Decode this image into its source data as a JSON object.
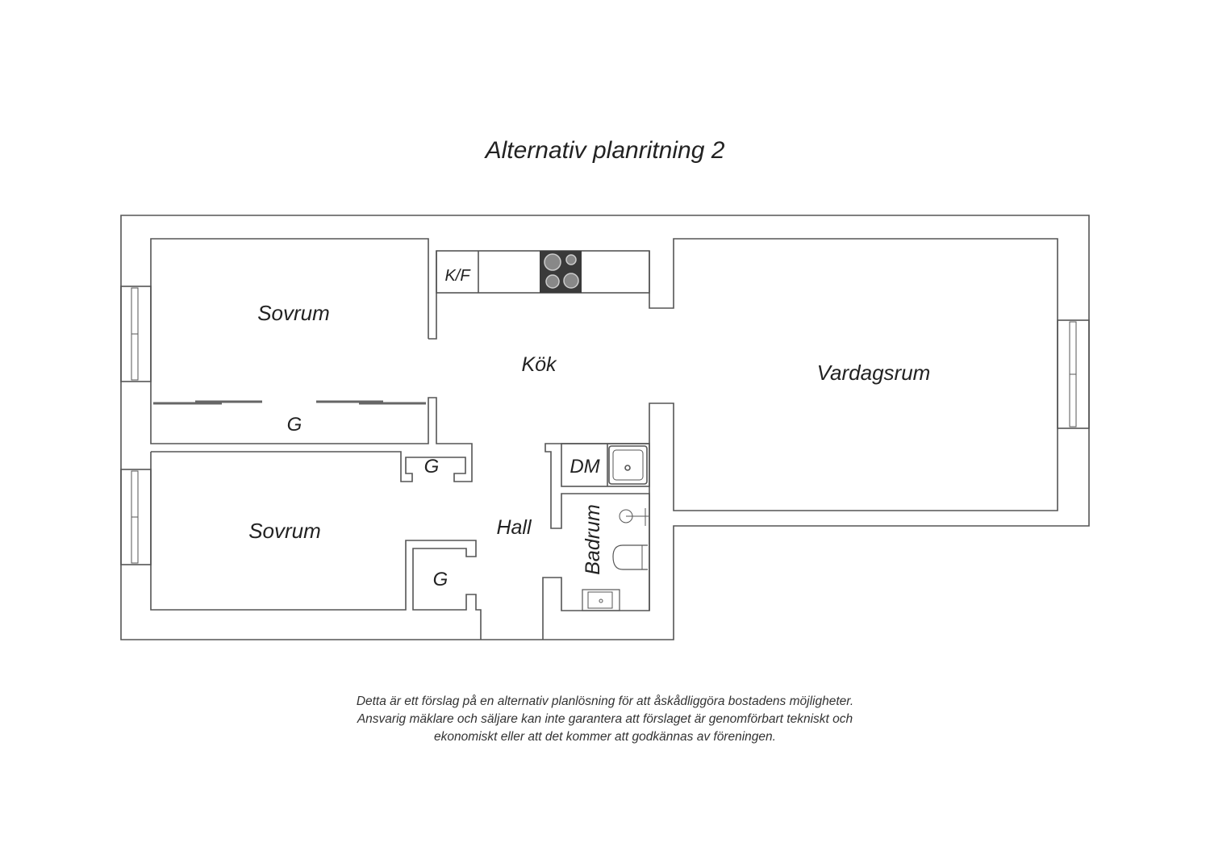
{
  "title": "Alternativ planritning 2",
  "rooms": {
    "bedroom_1": "Sovrum",
    "bedroom_2": "Sovrum",
    "kitchen": "Kök",
    "living_room": "Vardagsrum",
    "hall": "Hall",
    "bathroom": "Badrum",
    "closet_1": "G",
    "closet_2": "G",
    "closet_3": "G",
    "fridge_freezer": "K/F",
    "dishwasher": "DM"
  },
  "disclaimer": [
    "Detta är ett förslag på en alternativ planlösning för att åskådliggöra bostadens möjligheter.",
    "Ansvarig mäklare och säljare kan inte garantera att förslaget är genomförbart tekniskt och",
    "ekonomiskt eller att det kommer att godkännas av föreningen."
  ],
  "colors": {
    "wall": "#555555",
    "stove": "#3a3a3a"
  }
}
